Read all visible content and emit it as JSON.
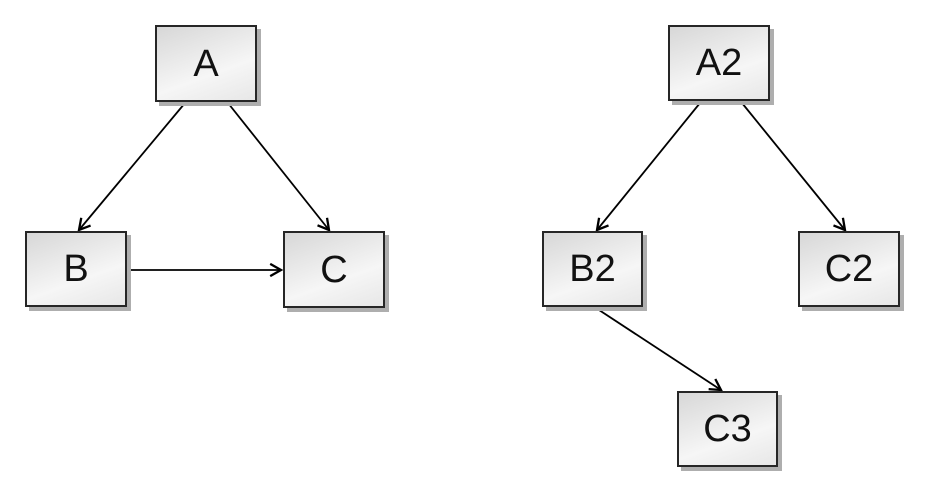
{
  "page": {
    "background_color": "#ffffff"
  },
  "diagram": {
    "colors": {
      "node_fill_top": "#d7d7d7",
      "node_fill_bottom": "#f6f6f6",
      "node_border": "#262626",
      "node_shadow": "#aeaeae",
      "edge_stroke": "#000000",
      "label_text": "#111111"
    },
    "graphs": [
      {
        "name": "left-graph",
        "nodes": [
          {
            "id": "A",
            "label": "A"
          },
          {
            "id": "B",
            "label": "B"
          },
          {
            "id": "C",
            "label": "C"
          }
        ],
        "edges": [
          {
            "from": "A",
            "to": "B",
            "arrowhead": "open"
          },
          {
            "from": "A",
            "to": "C",
            "arrowhead": "open"
          },
          {
            "from": "B",
            "to": "C",
            "arrowhead": "open"
          }
        ]
      },
      {
        "name": "right-graph",
        "nodes": [
          {
            "id": "A2",
            "label": "A2"
          },
          {
            "id": "B2",
            "label": "B2"
          },
          {
            "id": "C2",
            "label": "C2"
          },
          {
            "id": "C3",
            "label": "C3"
          }
        ],
        "edges": [
          {
            "from": "A2",
            "to": "B2",
            "arrowhead": "open"
          },
          {
            "from": "A2",
            "to": "C2",
            "arrowhead": "open"
          },
          {
            "from": "B2",
            "to": "C3",
            "arrowhead": "open"
          }
        ]
      }
    ]
  }
}
